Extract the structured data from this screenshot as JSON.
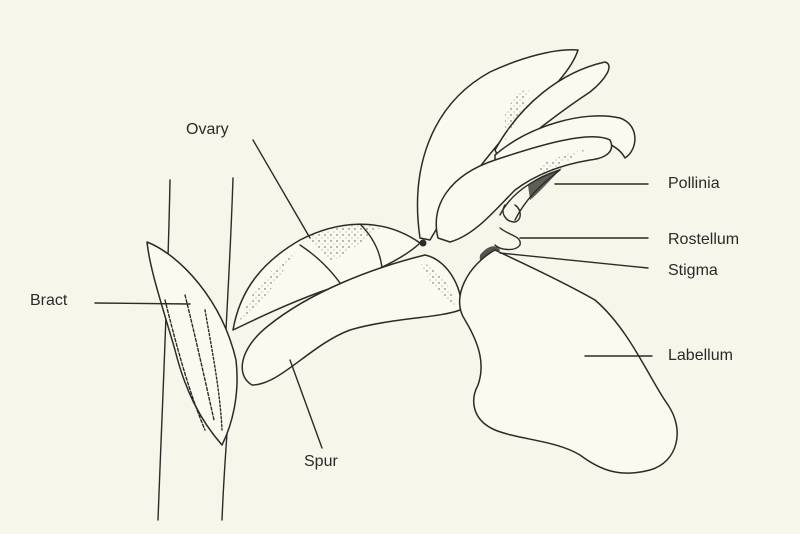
{
  "labels": {
    "ovary": "Ovary",
    "bract": "Bract",
    "spur": "Spur",
    "pollinia": "Pollinia",
    "rostellum": "Rostellum",
    "stigma": "Stigma",
    "labellum": "Labellum"
  },
  "colors": {
    "background": "#f7f6ea",
    "ink": "#2b2b28"
  }
}
